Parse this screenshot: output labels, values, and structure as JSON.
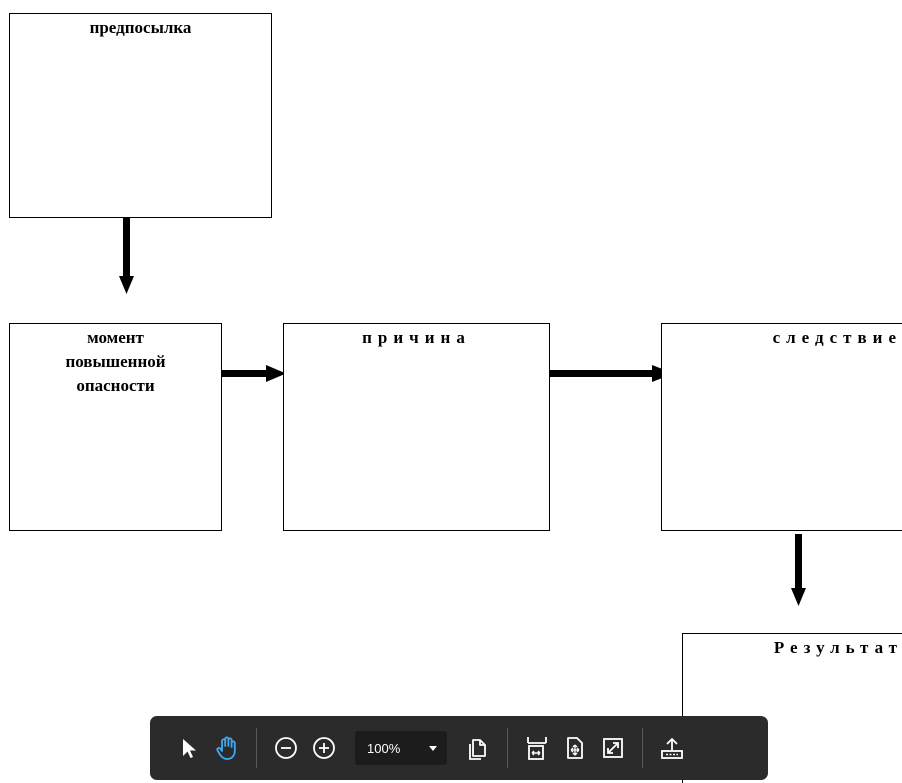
{
  "diagram": {
    "boxes": {
      "premise": "предпосылка",
      "moment": "момент\nповышенной\nопасности",
      "cause": "причина",
      "consequence": "следствие",
      "result": "Результат"
    }
  },
  "toolbar": {
    "icons": {
      "select": "pointer-icon",
      "pan": "hand-icon",
      "zoom_out": "zoom-out-icon",
      "zoom_in": "zoom-in-icon",
      "page_layout": "page-layout-icon",
      "fit_width": "fit-width-icon",
      "fit_page": "fit-page-icon",
      "fullscreen": "fullscreen-icon",
      "export": "export-icon"
    },
    "zoom_value": "100%",
    "colors": {
      "background": "#2b2b2b",
      "active_icon": "#3fa9f5",
      "icon": "#ffffff"
    }
  }
}
